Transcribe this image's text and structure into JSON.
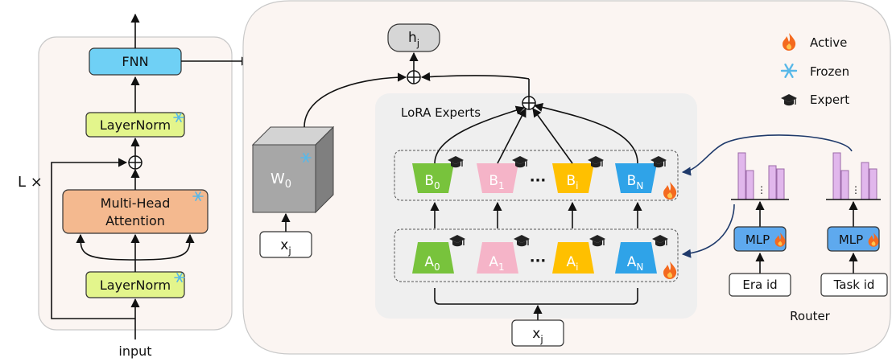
{
  "transformer": {
    "repeat_label": "L ×",
    "input_label": "input",
    "fnn_label": "FNN",
    "layernorm_top_label": "LayerNorm",
    "layernorm_bottom_label": "LayerNorm",
    "mha_line1": "Multi-Head",
    "mha_line2": "Attention"
  },
  "adapter": {
    "output_main": "h",
    "output_sub": "j",
    "frozen_weight_main": "W",
    "frozen_weight_sub": "0",
    "input_left_main": "x",
    "input_left_sub": "j",
    "input_bottom_main": "x",
    "input_bottom_sub": "j",
    "experts_title": "LoRA Experts",
    "b_row": [
      {
        "main": "B",
        "sub": "0"
      },
      {
        "main": "B",
        "sub": "1"
      },
      {
        "main": "B",
        "sub": "i"
      },
      {
        "main": "B",
        "sub": "N"
      }
    ],
    "a_row": [
      {
        "main": "A",
        "sub": "0"
      },
      {
        "main": "A",
        "sub": "1"
      },
      {
        "main": "A",
        "sub": "i"
      },
      {
        "main": "A",
        "sub": "N"
      }
    ],
    "ellipsis_b": "···",
    "ellipsis_a": "···"
  },
  "router": {
    "title": "Router",
    "mlp_left_label": "MLP",
    "mlp_right_label": "MLP",
    "era_label": "Era id",
    "task_label": "Task id",
    "bar_dots": "⋮"
  },
  "legend": {
    "active_label": "Active",
    "frozen_label": "Frozen",
    "expert_label": "Expert"
  },
  "colors": {
    "panel_bg": "#fbf5f2",
    "fnn": "#6fd0f5",
    "layernorm": "#e3f58c",
    "attention": "#f4b98f",
    "lora_bg": "#efefef",
    "expert_green": "#78c33c",
    "expert_pink": "#f5b4c8",
    "expert_yellow": "#ffc000",
    "expert_blue": "#2fa3e8",
    "mlp": "#5ea9ee",
    "bar": "#e1b7ec",
    "cube": "#a7a7a7",
    "output_node": "#d6d6d6"
  }
}
